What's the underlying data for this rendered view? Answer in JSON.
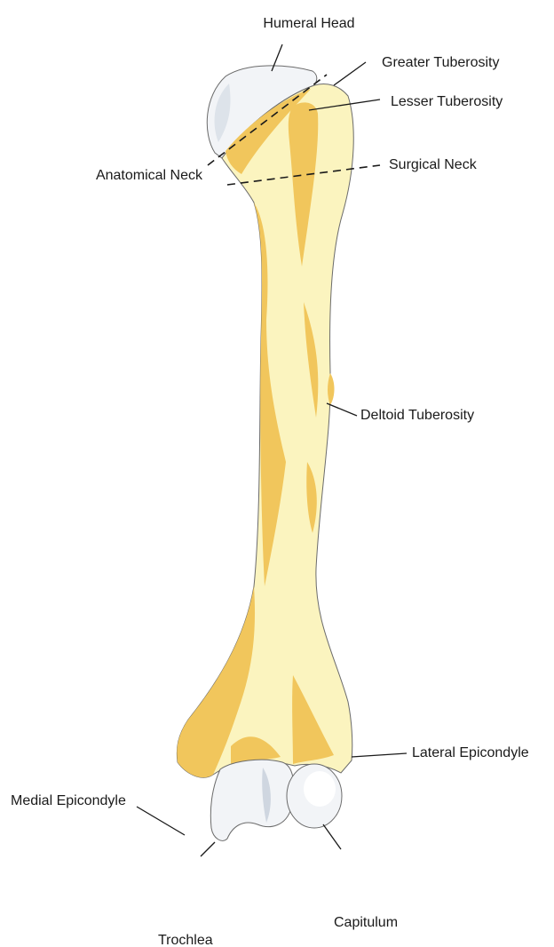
{
  "colors": {
    "bone_light": "#fbf4bf",
    "bone_dark": "#f1c65c",
    "cartilage": "#f2f4f7",
    "cartilage_shade": "#cfd6e0",
    "text": "#1a1a1a"
  },
  "labels": {
    "humeral_head": "Humeral Head",
    "greater_tuberosity": "Greater Tuberosity",
    "lesser_tuberosity": "Lesser Tuberosity",
    "anatomical_neck": "Anatomical Neck",
    "surgical_neck": "Surgical Neck",
    "deltoid_tuberosity": "Deltoid Tuberosity",
    "medial_epicondyle": "Medial Epicondyle",
    "lateral_epicondyle": "Lateral Epicondyle",
    "capitulum": "Capitulum",
    "trochlea": "Trochlea"
  }
}
